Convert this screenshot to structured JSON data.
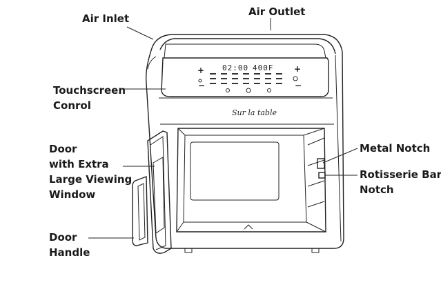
{
  "labels": {
    "air_inlet": "Air Inlet",
    "air_outlet": "Air Outlet",
    "touchscreen_line1": "Touchscreen",
    "touchscreen_line2": "Conrol",
    "door_line1": "Door",
    "door_line2": "with Extra",
    "door_line3": "Large Viewing",
    "door_line4": "Window",
    "handle_line1": "Door",
    "handle_line2": "Handle",
    "metal_notch": "Metal Notch",
    "rotisserie_line1": "Rotisserie Bar",
    "rotisserie_line2": "Notch"
  },
  "display": {
    "time": "02:00",
    "temp": "400F",
    "plus": "+",
    "minus": "−"
  },
  "brand": "Sur la table"
}
